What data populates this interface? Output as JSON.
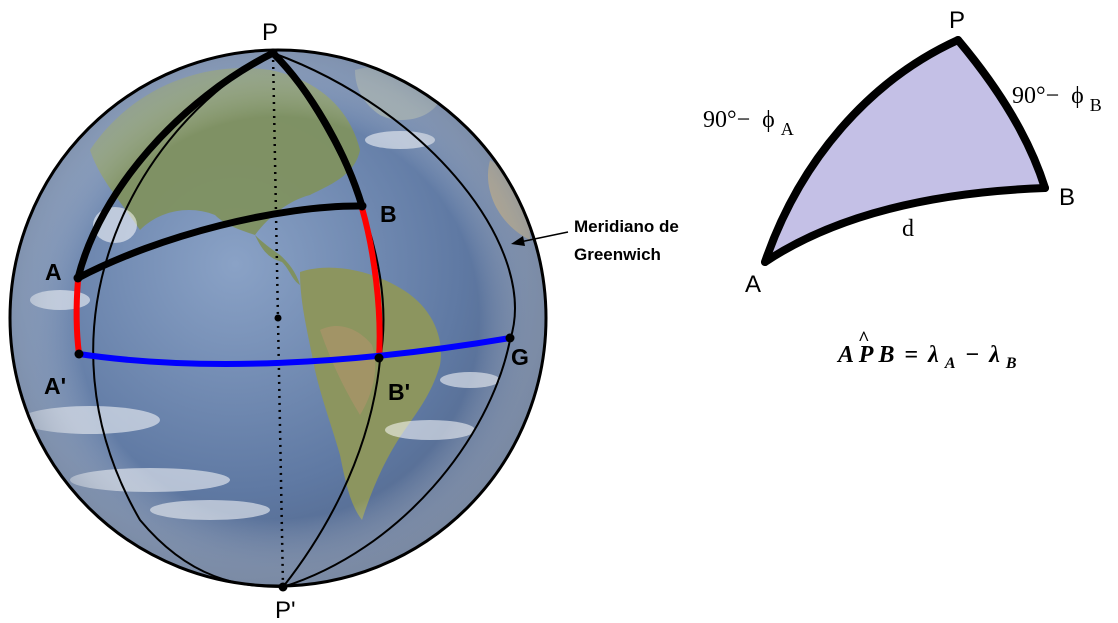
{
  "globe": {
    "points": {
      "P": "P",
      "P_prime": "P'",
      "A": "A",
      "A_prime": "A'",
      "B": "B",
      "B_prime": "B'",
      "G": "G"
    },
    "greenwich_label_line1": "Meridiano de",
    "greenwich_label_line2": "Greenwich"
  },
  "triangle": {
    "vertex_P": "P",
    "vertex_A": "A",
    "vertex_B": "B",
    "side_AP": {
      "prefix": "90°−",
      "phi": "ϕ",
      "subscript": "A"
    },
    "side_PB": {
      "prefix": "90°−",
      "phi": "ϕ",
      "subscript": "B"
    },
    "side_AB": "d",
    "fill_color": "#c4c0e6"
  },
  "formula": {
    "lhs_a": "A",
    "lhs_p": "P",
    "lhs_hat": "^",
    "lhs_b": "B",
    "equals": "=",
    "lambda": "λ",
    "sub_a": "A",
    "minus": "−",
    "sub_b": "B"
  },
  "colors": {
    "arc_red": "#ff0000",
    "equator_blue": "#0000ff",
    "ocean": "#5f79a3",
    "land_green": "#7d8f5a",
    "land_brown": "#a89468",
    "outline": "#000000"
  }
}
